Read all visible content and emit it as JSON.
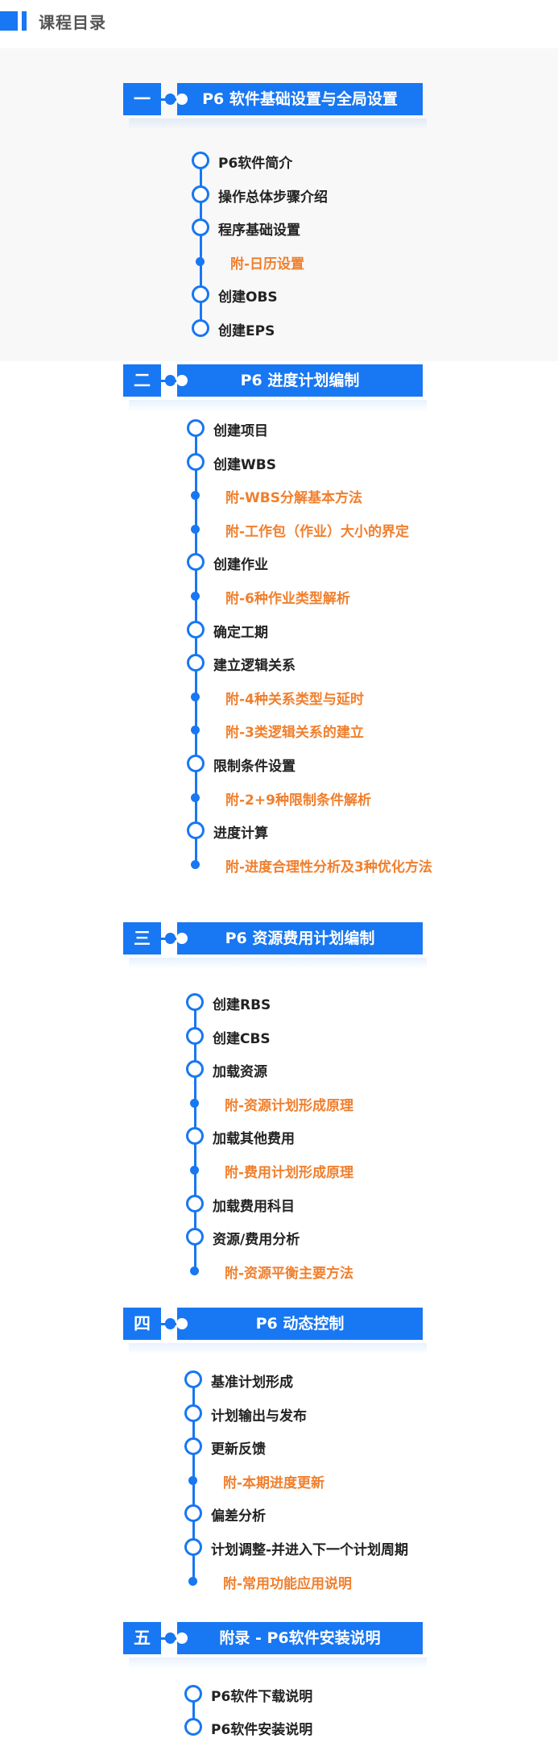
{
  "page_title": "课程目录",
  "sections": [
    {
      "num": "一",
      "title": "P6 软件基础设置与全局设置",
      "items": [
        {
          "label": "P6软件简介",
          "type": "main"
        },
        {
          "label": "操作总体步骤介绍",
          "type": "main"
        },
        {
          "label": "程序基础设置",
          "type": "main"
        },
        {
          "label": "附-日历设置",
          "type": "sub"
        },
        {
          "label": "创建OBS",
          "type": "main"
        },
        {
          "label": "创建EPS",
          "type": "main"
        }
      ]
    },
    {
      "num": "二",
      "title": "P6 进度计划编制",
      "items": [
        {
          "label": "创建项目",
          "type": "main"
        },
        {
          "label": "创建WBS",
          "type": "main"
        },
        {
          "label": "附-WBS分解基本方法",
          "type": "sub"
        },
        {
          "label": "附-工作包（作业）大小的界定",
          "type": "sub"
        },
        {
          "label": "创建作业",
          "type": "main"
        },
        {
          "label": "附-6种作业类型解析",
          "type": "sub"
        },
        {
          "label": "确定工期",
          "type": "main"
        },
        {
          "label": "建立逻辑关系",
          "type": "main"
        },
        {
          "label": "附-4种关系类型与延时",
          "type": "sub"
        },
        {
          "label": "附-3类逻辑关系的建立",
          "type": "sub"
        },
        {
          "label": "限制条件设置",
          "type": "main"
        },
        {
          "label": "附-2+9种限制条件解析",
          "type": "sub"
        },
        {
          "label": "进度计算",
          "type": "main"
        },
        {
          "label": "附-进度合理性分析及3种优化方法",
          "type": "sub"
        }
      ]
    },
    {
      "num": "三",
      "title": "P6 资源费用计划编制",
      "items": [
        {
          "label": "创建RBS",
          "type": "main"
        },
        {
          "label": "创建CBS",
          "type": "main"
        },
        {
          "label": "加载资源",
          "type": "main"
        },
        {
          "label": "附-资源计划形成原理",
          "type": "sub"
        },
        {
          "label": "加载其他费用",
          "type": "main"
        },
        {
          "label": "附-费用计划形成原理",
          "type": "sub"
        },
        {
          "label": "加载费用科目",
          "type": "main"
        },
        {
          "label": "资源/费用分析",
          "type": "main"
        },
        {
          "label": "附-资源平衡主要方法",
          "type": "sub"
        }
      ]
    },
    {
      "num": "四",
      "title": "P6 动态控制",
      "items": [
        {
          "label": "基准计划形成",
          "type": "main"
        },
        {
          "label": "计划输出与发布",
          "type": "main"
        },
        {
          "label": "更新反馈",
          "type": "main"
        },
        {
          "label": "附-本期进度更新",
          "type": "sub"
        },
        {
          "label": "偏差分析",
          "type": "main"
        },
        {
          "label": "计划调整-并进入下一个计划周期",
          "type": "main"
        },
        {
          "label": "附-常用功能应用说明",
          "type": "sub"
        }
      ]
    },
    {
      "num": "五",
      "title": "附录 - P6软件安装说明",
      "items": [
        {
          "label": "P6软件下载说明",
          "type": "main"
        },
        {
          "label": "P6软件安装说明",
          "type": "main"
        }
      ]
    }
  ],
  "colors": {
    "accent": "#1877F2",
    "sub_item": "#F07F2D",
    "main_item": "#222222",
    "title_text": "#555555"
  }
}
